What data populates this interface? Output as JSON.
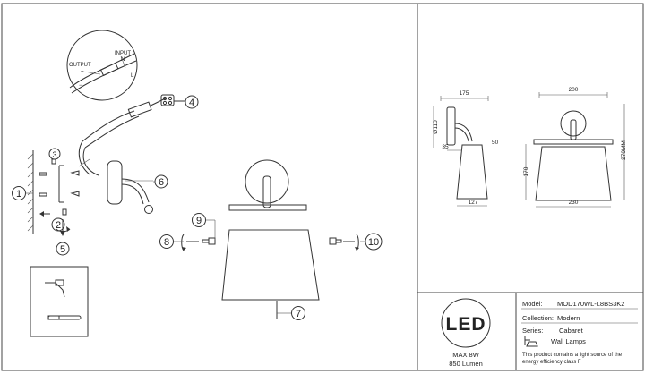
{
  "callouts": {
    "c1": "1",
    "c2": "2",
    "c3": "3",
    "c4": "4",
    "c5": "5",
    "c6": "6",
    "c7": "7",
    "c8": "8",
    "c9": "9",
    "c10": "10"
  },
  "wiring": {
    "output": "OUTPUT",
    "input": "INPUT",
    "plus": "+",
    "minus": "−",
    "n": "N",
    "l": "L"
  },
  "dimensions": {
    "d175": "175",
    "d110": "Ø110",
    "d35": "35",
    "d50": "50",
    "d127": "127",
    "d200": "200",
    "d170": "170",
    "d270": "270MM",
    "d230": "230"
  },
  "led": {
    "logo": "LED",
    "power": "MAX 8W",
    "lumen": "850 Lumen"
  },
  "title_block": {
    "model_label": "Model:",
    "model_value": "MOD170WL-L8BS3K2",
    "collection_label": "Collection:",
    "collection_value": "Modern",
    "series_label": "Series:",
    "series_value": "Cabaret",
    "type_value": "Wall Lamps",
    "energy_note_1": "This product contains a light source of the",
    "energy_note_2": "energy efficiency class F"
  }
}
